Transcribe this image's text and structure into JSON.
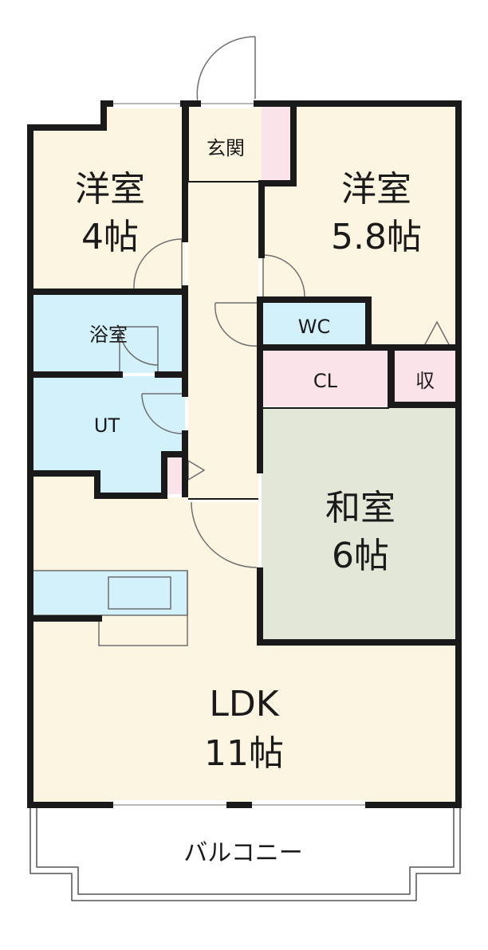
{
  "colors": {
    "wall": "#1a1a1a",
    "room_floor": "#fcf5e1",
    "wet_area": "#d3f1fb",
    "storage": "#fbe3ea",
    "tatami": "#e2e7d8",
    "door_line": "#6f6f6f"
  },
  "rooms": {
    "western_a_name": "洋室",
    "western_a_size": "4帖",
    "western_b_name": "洋室",
    "western_b_size": "5.8帖",
    "entrance": "玄関",
    "bath": "浴室",
    "toilet": "WC",
    "utility": "UT",
    "closet": "CL",
    "storage": "収",
    "japanese_name": "和室",
    "japanese_size": "6帖",
    "ldk_name": "LDK",
    "ldk_size": "11帖",
    "balcony": "バルコニー"
  }
}
